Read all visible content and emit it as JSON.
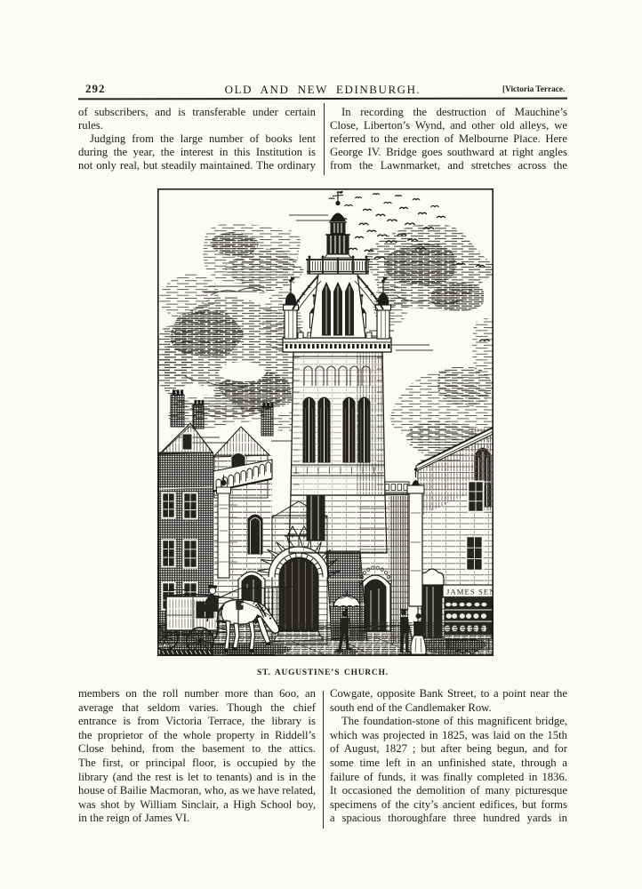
{
  "page": {
    "background": "#fcfbf8",
    "ink": "#1d1c1a"
  },
  "header": {
    "page_number": "292",
    "title": "OLD AND NEW EDINBURGH.",
    "right_note": "[Victoria Terrace."
  },
  "top_section": {
    "left_column": [
      {
        "t": "of subscribers, and is transferable under certain"
      },
      {
        "t": "rules.",
        "end": 1
      },
      {
        "t": "Judging from the large number of books lent",
        "ind": 1
      },
      {
        "t": "during the year, the interest in this Institution is"
      },
      {
        "t": "not only real, but steadily maintained.  The ordinary"
      }
    ],
    "right_column": [
      {
        "t": "In recording the destruction of Mauchine’s",
        "ind": 1
      },
      {
        "t": "Close, Liberton’s Wynd, and other old alleys, we"
      },
      {
        "t": "referred to the erection of Melbourne Place.  Here"
      },
      {
        "t": "George IV. Bridge goes southward at right angles"
      },
      {
        "t": "from the Lawnmarket, and stretches across the"
      }
    ]
  },
  "illustration": {
    "caption": "ST. AUGUSTINE’S CHURCH.",
    "shop_sign": "JAMES SEN"
  },
  "bottom_section": {
    "left_column": [
      {
        "t": "members on the roll number more than 6oo, an"
      },
      {
        "t": "average that seldom varies.  Though the chief"
      },
      {
        "t": "entrance is from Victoria Terrace, the library is"
      },
      {
        "t": "the proprietor of the whole property in Riddell’s"
      },
      {
        "t": "Close behind, from the basement to the attics."
      },
      {
        "t": "The first, or principal floor, is occupied by the"
      },
      {
        "t": "library (and the rest is let to tenants) and is in the"
      },
      {
        "t": "house of Bailie Macmoran, who, as we have related,"
      },
      {
        "t": "was shot by William Sinclair, a High School boy,"
      },
      {
        "t": "in the reign of James VI.",
        "end": 1
      }
    ],
    "right_column": [
      {
        "t": "Cowgate, opposite Bank Street, to a point near the"
      },
      {
        "t": "south end of the Candlemaker Row.",
        "end": 1
      },
      {
        "t": "The foundation-stone of this magnificent bridge,",
        "ind": 1
      },
      {
        "t": "which was projected in 1825, was laid on the 15th"
      },
      {
        "t": "of August, 1827 ; but after being begun, and for"
      },
      {
        "t": "some time left in an unfinished state, through a"
      },
      {
        "t": "failure of funds, it was finally completed in 1836."
      },
      {
        "t": "It occasioned the demolition of many picturesque"
      },
      {
        "t": "specimens of the city’s ancient edifices, but forms"
      },
      {
        "t": "a spacious thoroughfare three hundred yards in"
      }
    ]
  }
}
